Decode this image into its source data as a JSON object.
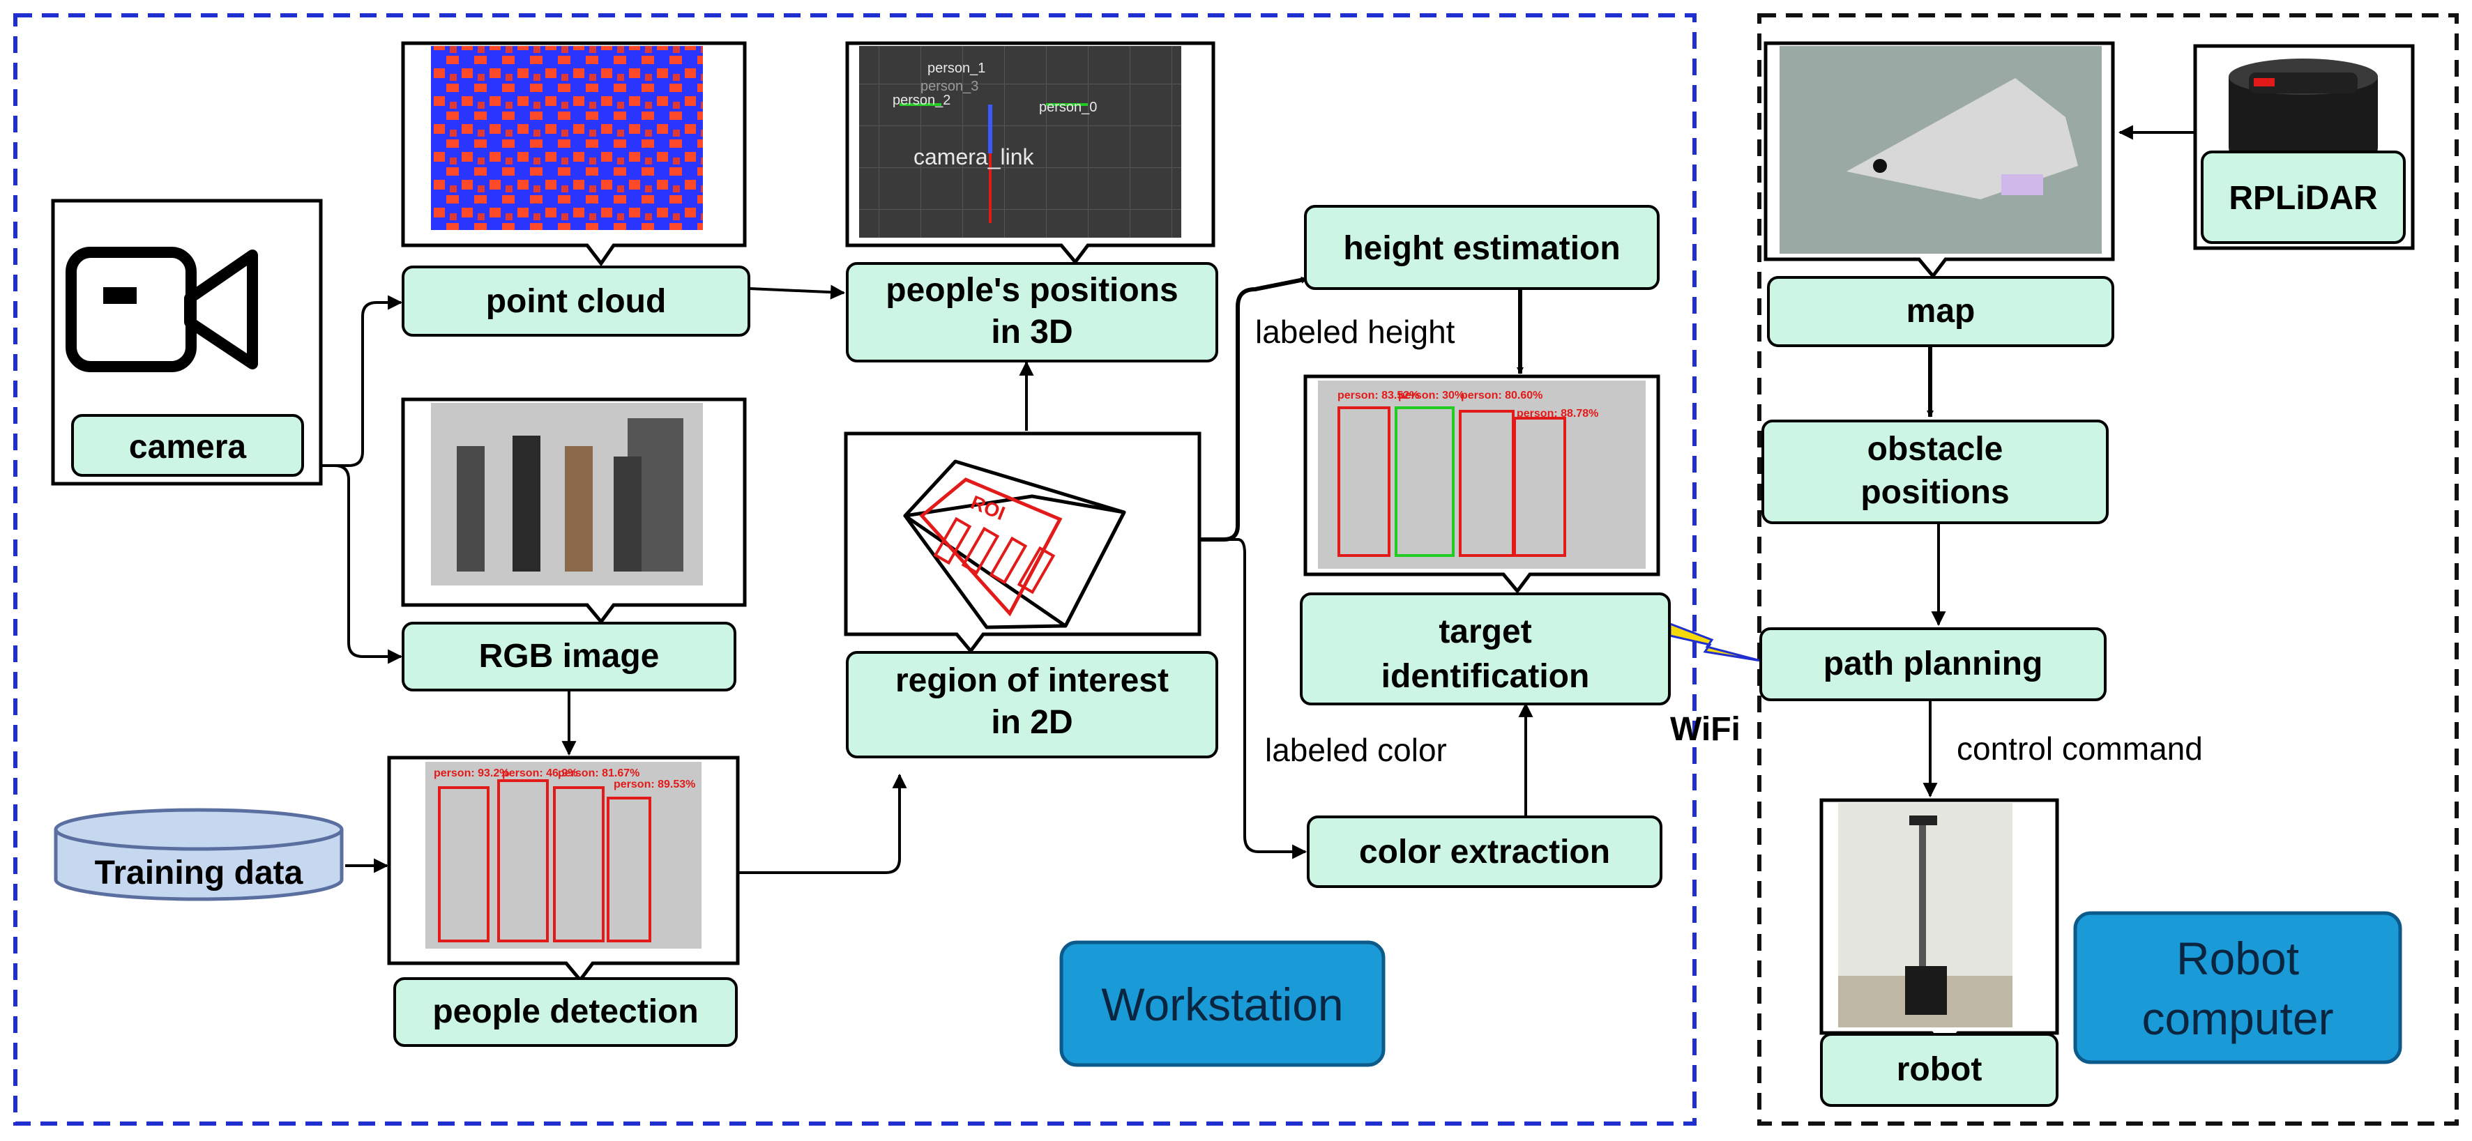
{
  "nodes": {
    "camera": "camera",
    "point_cloud": "point cloud",
    "rgb_image": "RGB image",
    "training_data": "Training data",
    "people_detection": "people detection",
    "peoples_positions": [
      "people's positions",
      "in 3D"
    ],
    "region_of_interest": [
      "region of interest",
      "in 2D"
    ],
    "height_estimation": "height estimation",
    "target_identification": [
      "target",
      "identification"
    ],
    "color_extraction": "color extraction",
    "map": "map",
    "obstacle_positions": [
      "obstacle",
      "positions"
    ],
    "path_planning": "path planning",
    "robot": "robot",
    "rplidar": "RPLiDAR"
  },
  "edge_labels": {
    "labeled_height": "labeled height",
    "labeled_color": "labeled color",
    "wifi": "WiFi",
    "control_command": "control command"
  },
  "zones": {
    "workstation": "Workstation",
    "robot_computer": [
      "Robot",
      "computer"
    ]
  },
  "thumbnail_text": {
    "roi": "ROI",
    "rviz_people": [
      "person_1",
      "person_3",
      "person_2",
      "person_0"
    ],
    "rviz_frame": "camera_link",
    "detections": [
      "person: 93.2%",
      "person: 46.9%",
      "person: 81.67%",
      "person: 89.53%"
    ],
    "identified": [
      "person: 83.52%",
      "person: 30%",
      "person: 80.60%",
      "person: 88.78%"
    ]
  },
  "colors": {
    "box_fill": "#ccf5e3",
    "workstation_border": "#1f2fd0",
    "robot_border": "#111111",
    "zone_label_fill": "#1b9ad8",
    "wifi_bolt": "#f5d90a",
    "detection_box": "#e21a1a",
    "target_box": "#22cc22"
  }
}
